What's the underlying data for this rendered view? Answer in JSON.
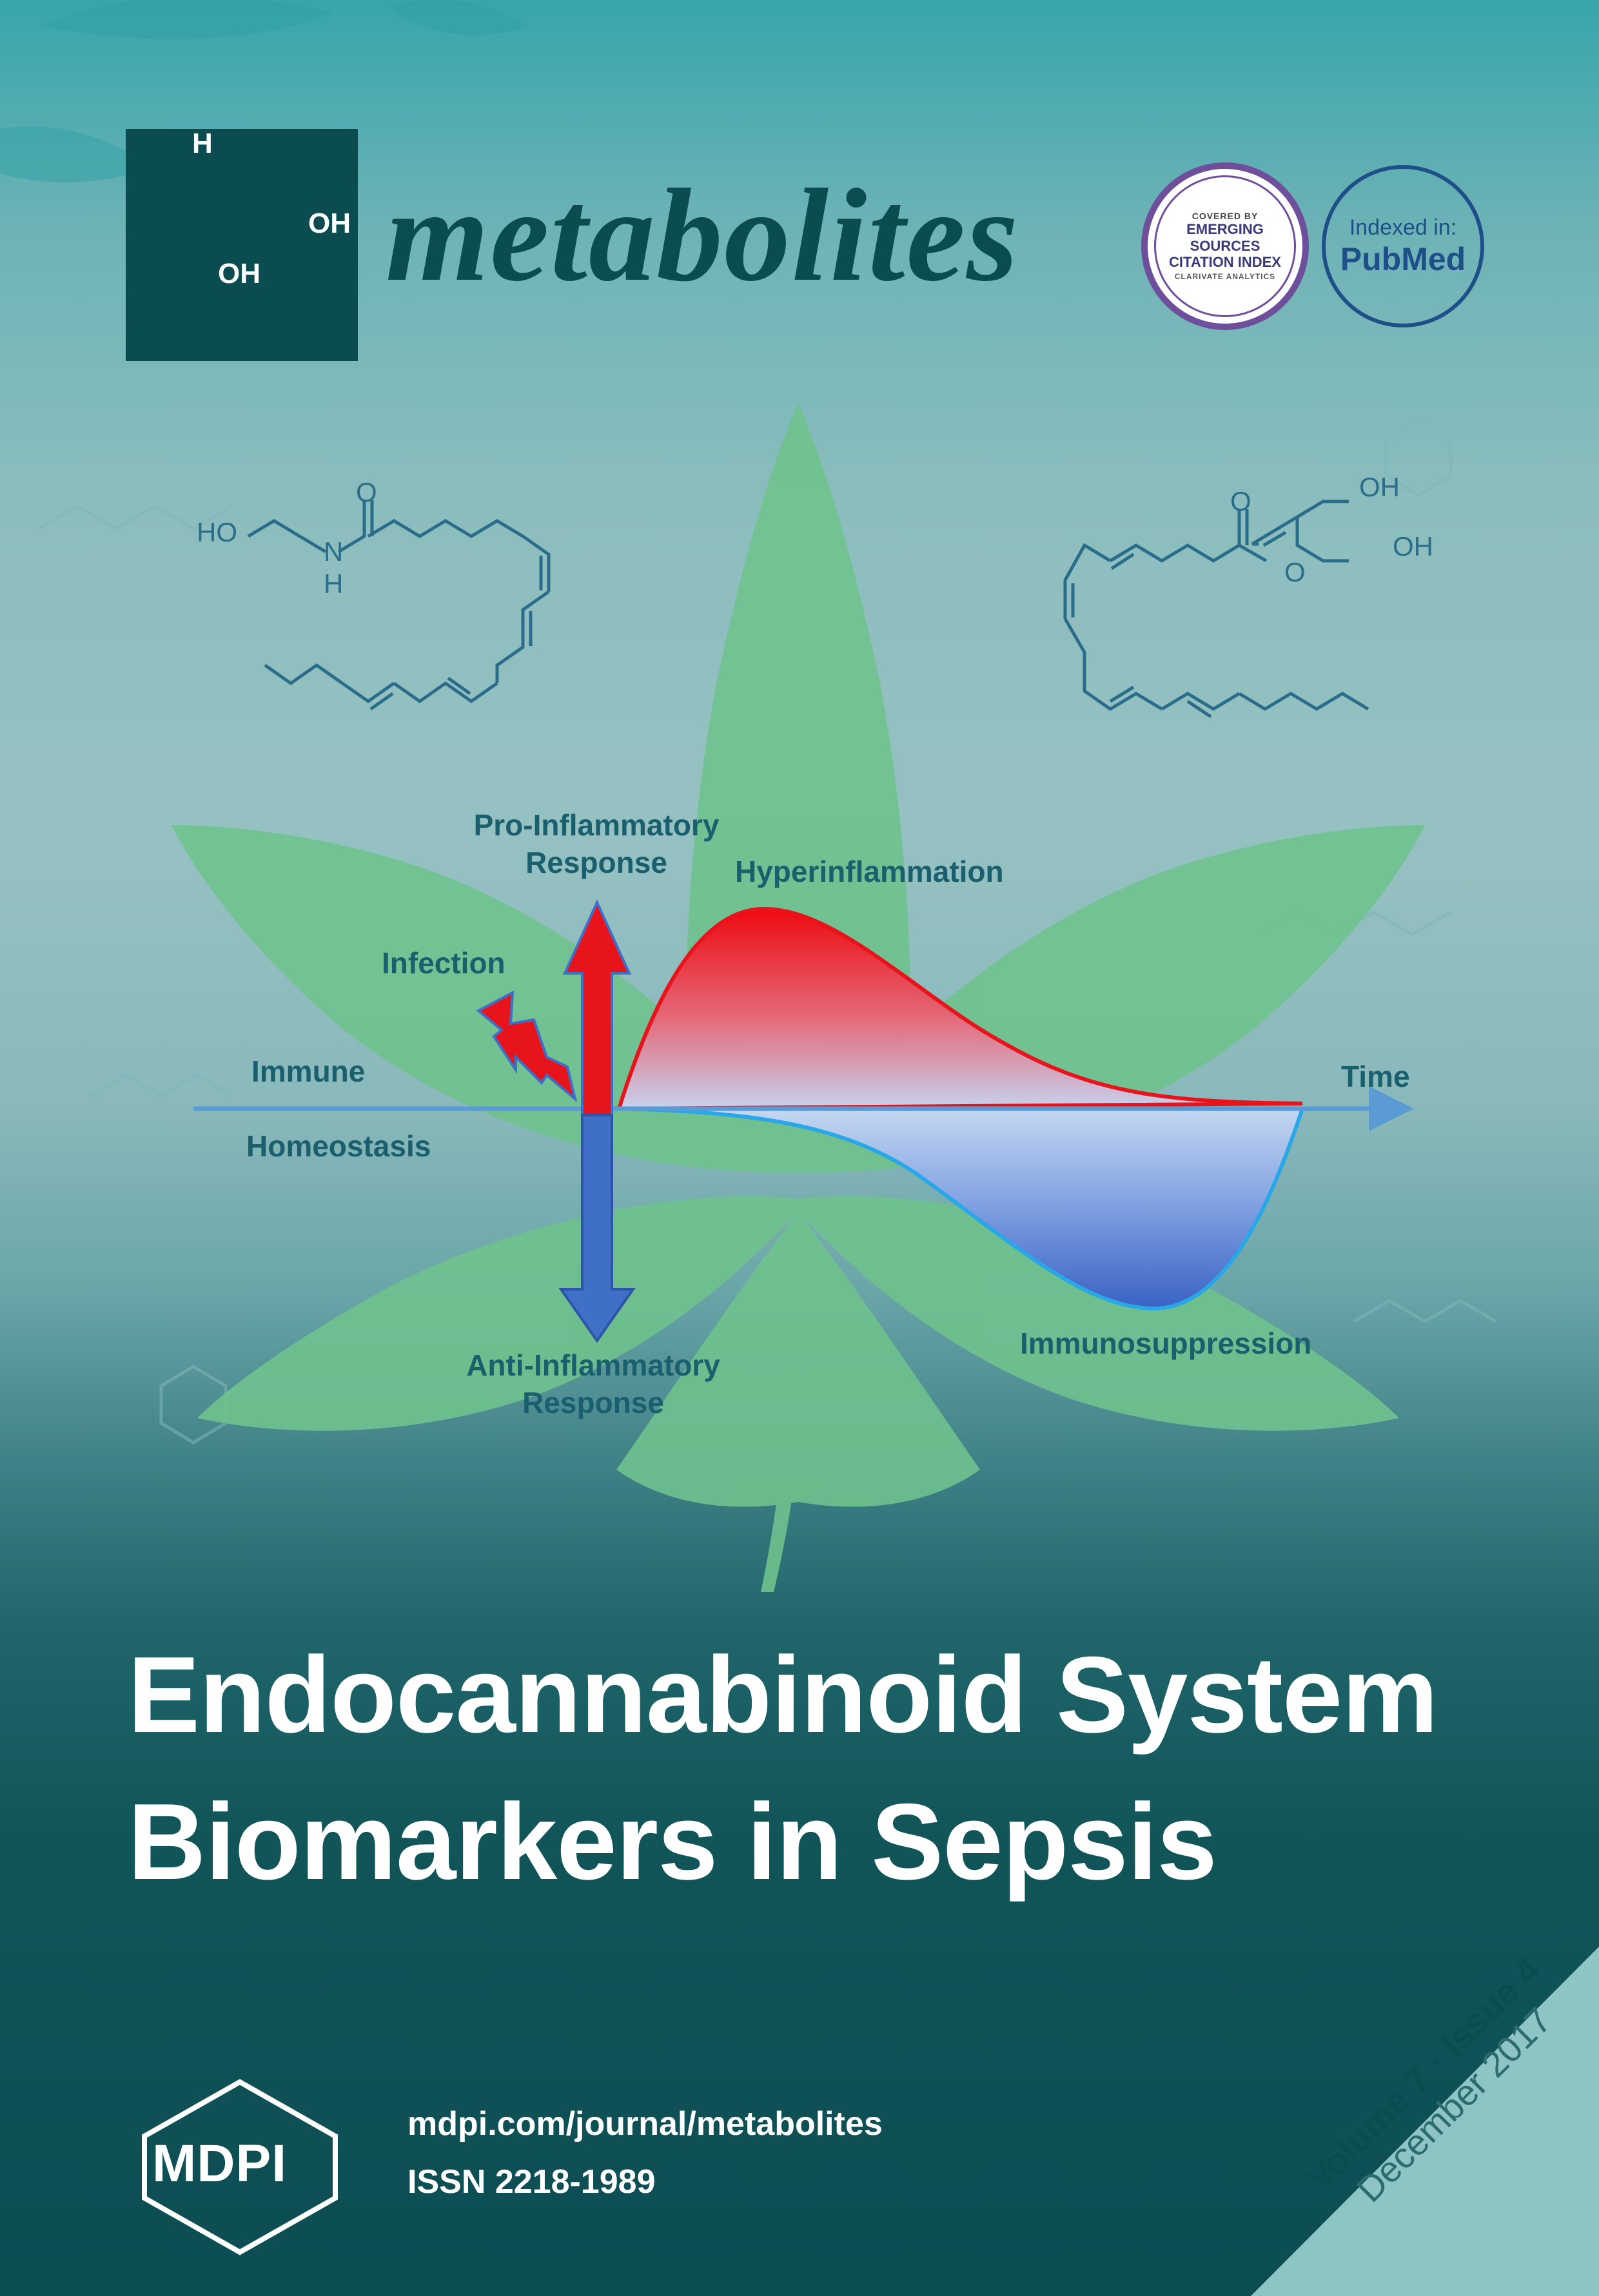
{
  "journal": {
    "name": "metabolites",
    "logo_atoms": {
      "h": "H",
      "oh_top": "OH",
      "oh_bottom": "OH"
    }
  },
  "badges": {
    "esci": {
      "covered_by": "COVERED BY",
      "line1": "EMERGING",
      "line2": "SOURCES",
      "line3": "CITATION INDEX",
      "footer": "CLARIVATE ANALYTICS"
    },
    "pubmed": {
      "top": "Indexed in:",
      "main": "PubMed"
    }
  },
  "molecules": {
    "left": {
      "ho": "HO",
      "o": "O",
      "n": "N",
      "h": "H"
    },
    "right": {
      "o_carbonyl": "O",
      "o_ester": "O",
      "oh_top": "OH",
      "oh_right": "OH"
    }
  },
  "diagram": {
    "pro_line1": "Pro-Inflammatory",
    "pro_line2": "Response",
    "hyper": "Hyperinflammation",
    "infection": "Infection",
    "immune": "Immune",
    "homeostasis": "Homeostasis",
    "time": "Time",
    "anti_line1": "Anti-Inflammatory",
    "anti_line2": "Response",
    "immuno": "Immunosuppression"
  },
  "article": {
    "title_line1": "Endocannabinoid System",
    "title_line2": "Biomarkers in Sepsis"
  },
  "publisher": {
    "name": "MDPI",
    "url": "mdpi.com/journal/metabolites",
    "issn": "ISSN 2218-1989"
  },
  "issue": {
    "volume": "Volume 7 · Issue 4",
    "date": "December 2017"
  },
  "colors": {
    "journal_teal": "#0b4c51",
    "pro_red": "#e8141b",
    "anti_blue": "#3f6fc7",
    "axis_blue": "#5b9bd5",
    "leaf_green": "#6fc28e",
    "label_teal": "#1a5f6e"
  }
}
